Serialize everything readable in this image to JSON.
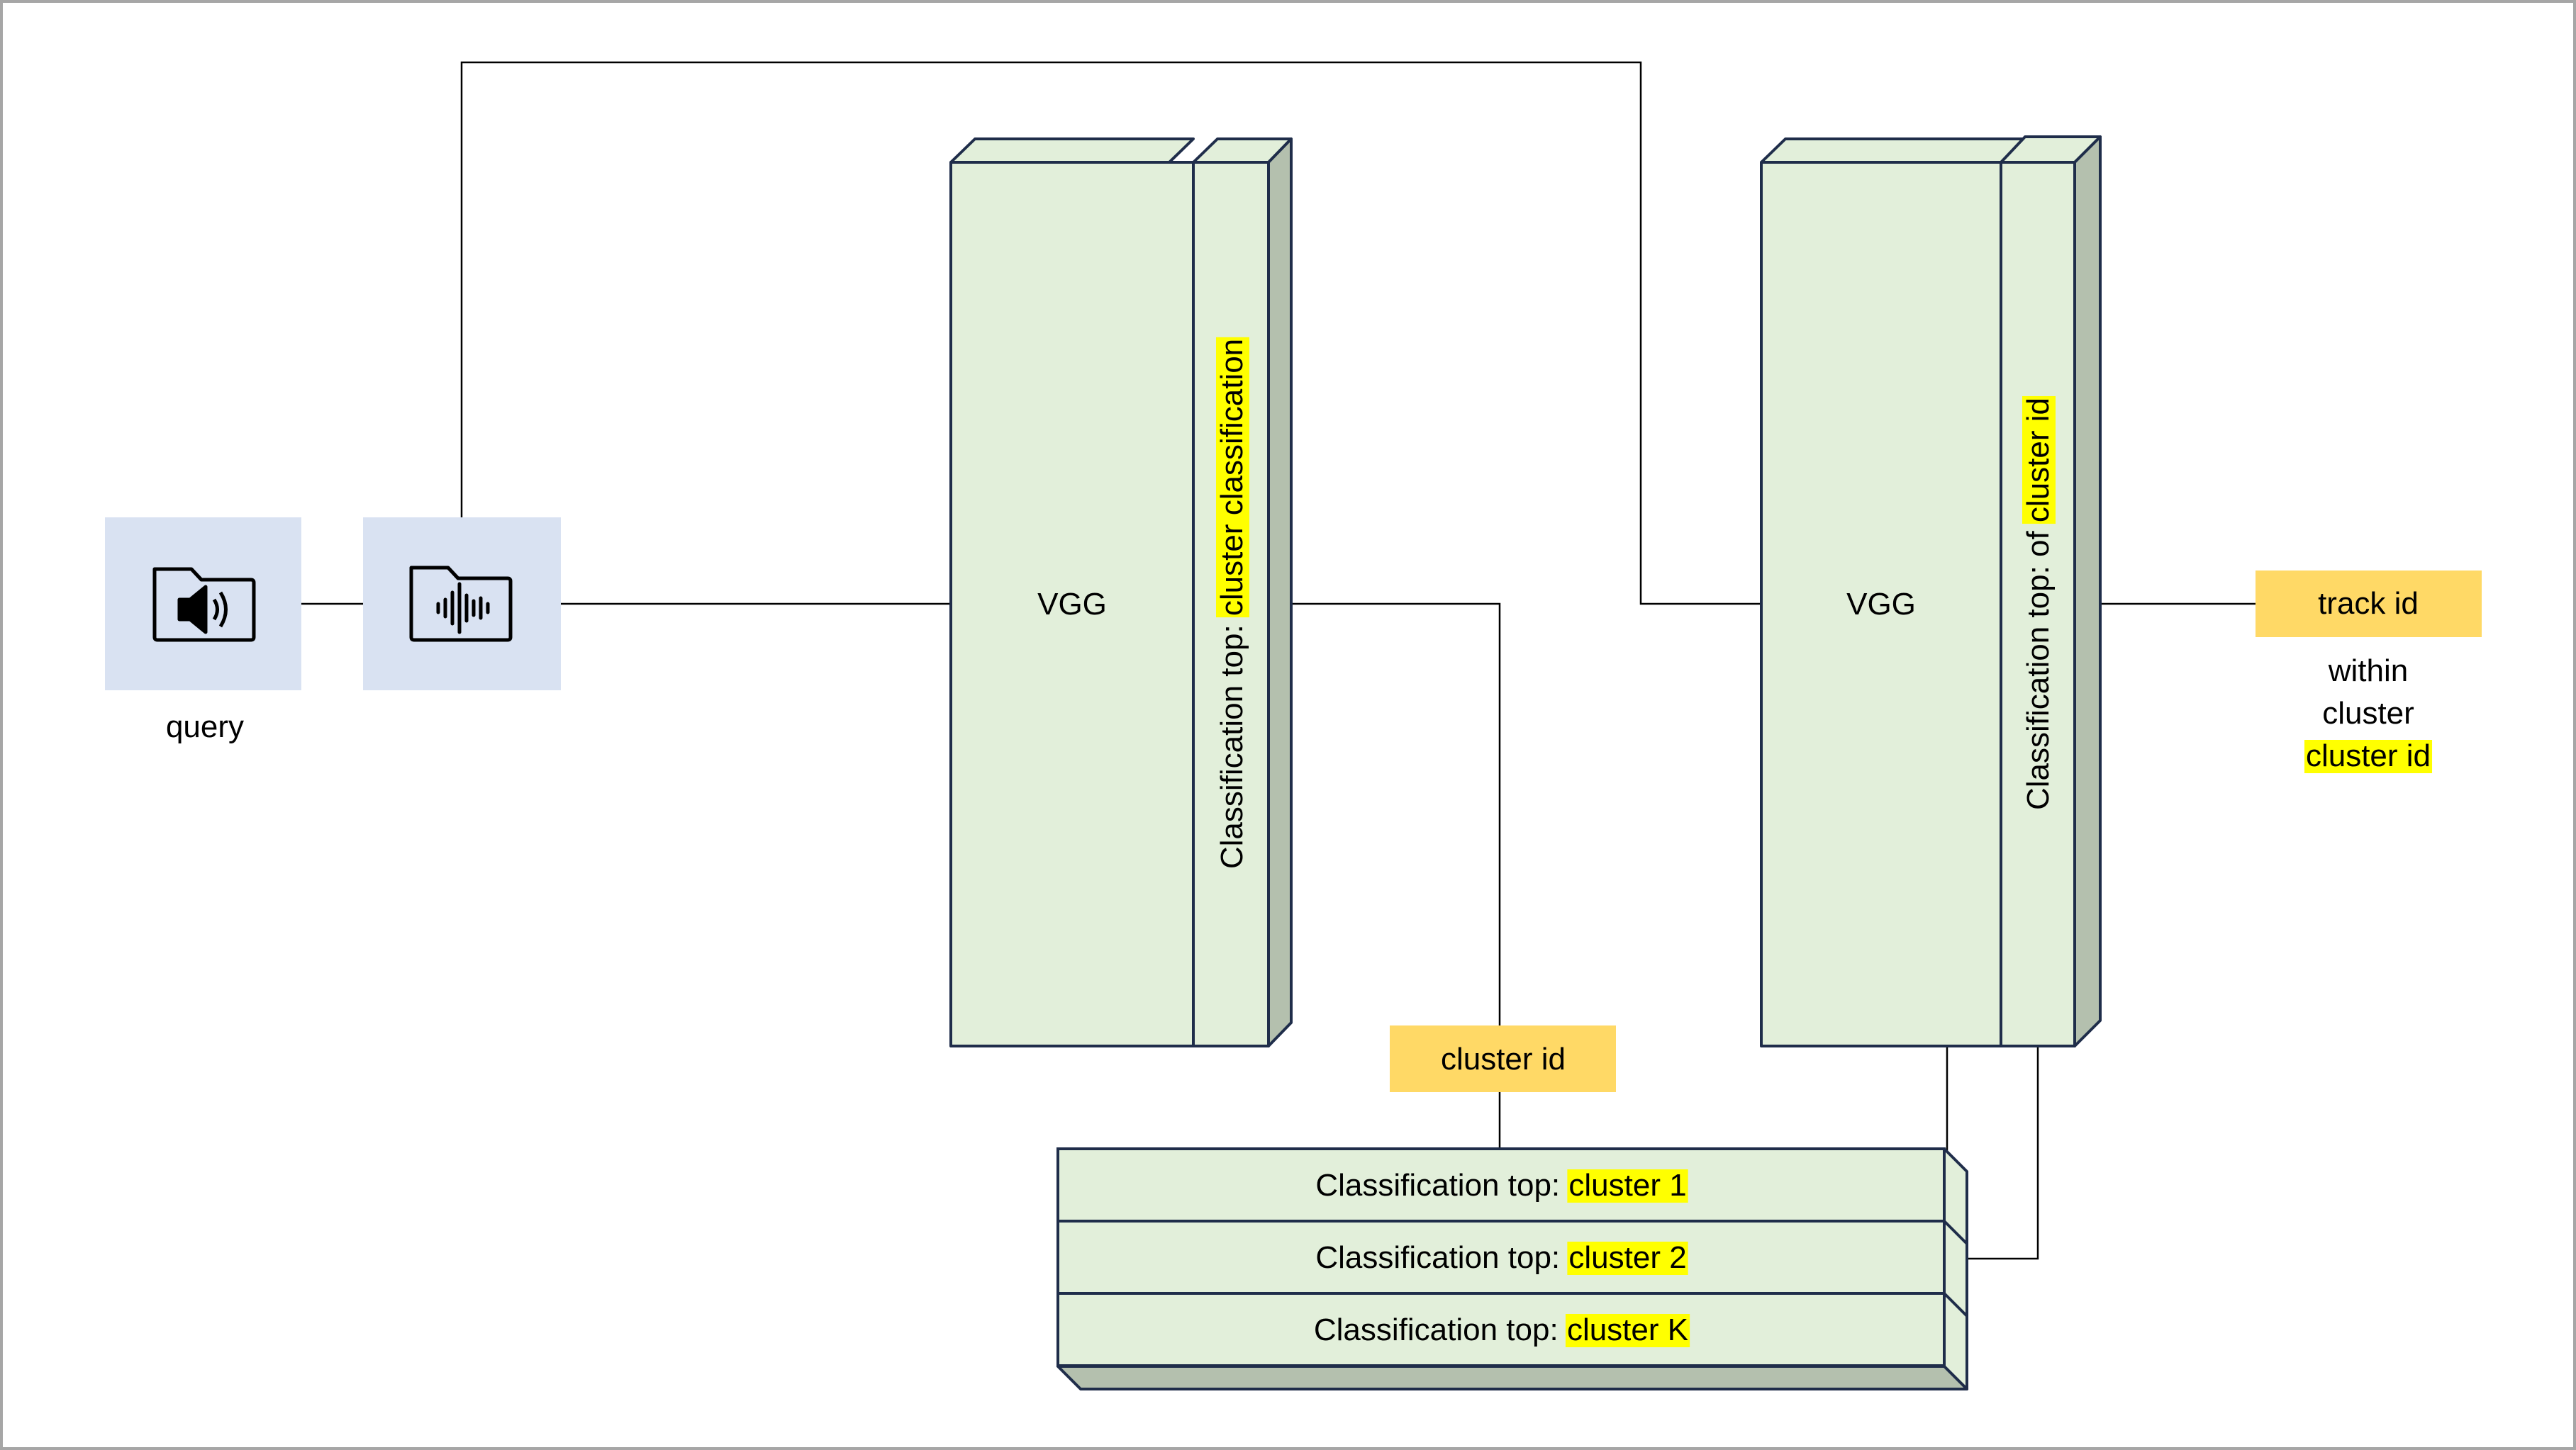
{
  "input": {
    "query_label": "query",
    "audio_icon": "speaker-file-icon",
    "waveform_icon": "waveform-file-icon"
  },
  "model1": {
    "label": "VGG",
    "head_prefix": "Classification top: ",
    "head_highlight": "cluster classification"
  },
  "model2": {
    "label": "VGG",
    "head_prefix": "Classification top: of ",
    "head_highlight": "cluster id"
  },
  "cluster_output": {
    "label": "cluster id"
  },
  "track_output": {
    "label": "track id",
    "note_line1": "within",
    "note_line2": "cluster",
    "note_highlight": "cluster id"
  },
  "heads": [
    {
      "prefix": "Classification top: ",
      "highlight": "cluster 1"
    },
    {
      "prefix": "Classification top: ",
      "highlight": "cluster 2"
    },
    {
      "prefix": "Classification top: ",
      "highlight": "cluster K"
    }
  ],
  "colors": {
    "frame": "#a6a6a6",
    "icon_box": "#d9e2f2",
    "block_face": "#e2efda",
    "block_side": "#b4c0ae",
    "block_stroke": "#1f2d4a",
    "output_box": "#ffd966",
    "highlight": "#ffff00",
    "line": "#000000"
  }
}
